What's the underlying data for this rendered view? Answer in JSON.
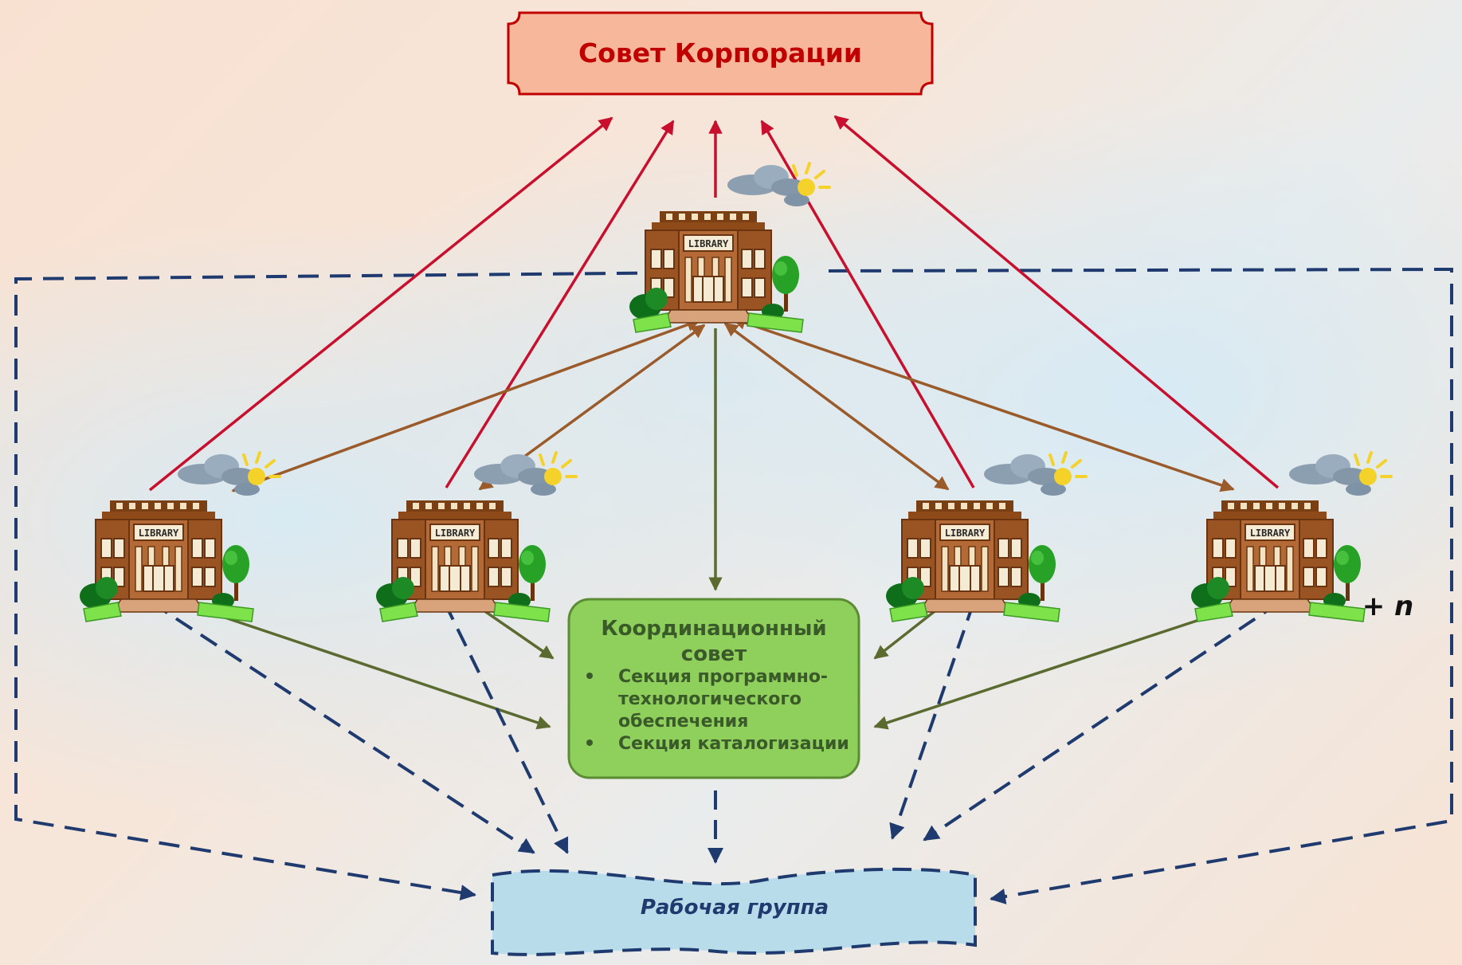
{
  "council": {
    "title": "Совет Корпорации"
  },
  "coordination": {
    "title_line1": "Координационный",
    "title_line2": "совет",
    "section1_line1": "Секция программно-",
    "section1_line2": "технологического",
    "section1_line3": "обеспечения",
    "section2": "Секция каталогизации"
  },
  "working_group": {
    "title": "Рабочая группа"
  },
  "more_libraries": "+ n",
  "library_sign": "LIBRARY",
  "colors": {
    "council_fill": "#f7b79a",
    "council_stroke": "#c00000",
    "council_text": "#c00000",
    "coord_fill": "#8fcf5c",
    "coord_stroke": "#5b8c34",
    "coord_text": "#3a5a2a",
    "work_fill": "#b9dcea",
    "work_stroke": "#1f3a6e",
    "red_arrow": "#c8102e",
    "brown_arrow": "#9b5a2a",
    "green_arrow": "#5b6b2f",
    "dashed_line": "#1f3a6e"
  }
}
